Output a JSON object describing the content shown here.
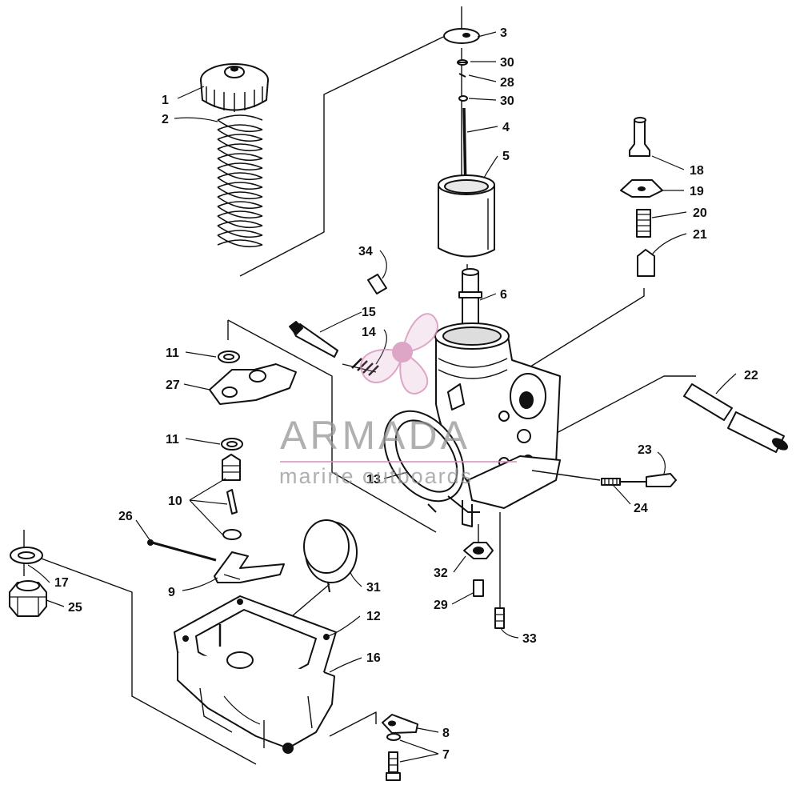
{
  "watermark": {
    "brand": "ARMADA",
    "tagline": "marine outboards",
    "accent_color": "#d691b9"
  },
  "colors": {
    "ink": "#111111",
    "paper": "#ffffff"
  },
  "callouts": [
    "1",
    "2",
    "3",
    "30",
    "28",
    "30",
    "4",
    "5",
    "6",
    "18",
    "19",
    "20",
    "21",
    "34",
    "15",
    "14",
    "11",
    "27",
    "11",
    "10",
    "13",
    "22",
    "23",
    "24",
    "26",
    "17",
    "25",
    "9",
    "31",
    "32",
    "29",
    "12",
    "16",
    "33",
    "8",
    "7"
  ]
}
